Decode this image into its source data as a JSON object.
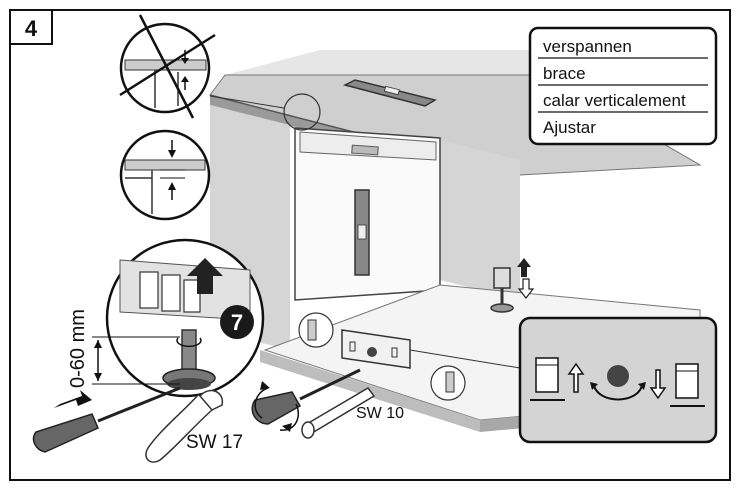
{
  "step": {
    "number": "4"
  },
  "legend": {
    "lines": [
      "verspannen",
      "brace",
      "calar verticalement",
      "Ajustar"
    ]
  },
  "labels": {
    "height_range": "0-60 mm",
    "callout_number": "7",
    "wrench_size_large": "SW 17",
    "wrench_size_small": "SW 10"
  },
  "colors": {
    "frame": "#111111",
    "panel_gray": "#d9d9d9",
    "shadow_gray": "#bdbdbd",
    "callout_fill": "#1a1a1a",
    "detail_fill": "#d4d4d4"
  },
  "icons": [
    "appliance-left-icon",
    "arrow-up-icon",
    "rotate-icon",
    "arrow-down-icon",
    "appliance-right-icon",
    "prohibited-icon"
  ]
}
